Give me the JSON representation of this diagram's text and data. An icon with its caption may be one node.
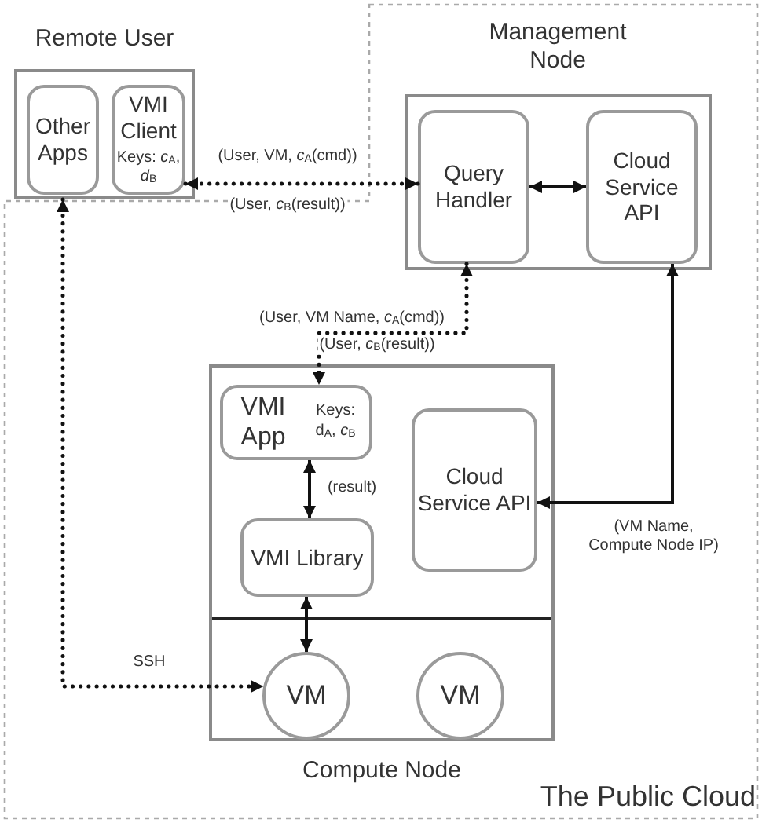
{
  "diagram": {
    "nodes": [
      {
        "text": [
          "Remote User"
        ]
      },
      {
        "text": [
          "Other Apps"
        ],
        "in": 0
      },
      {
        "text": [
          "VMI Client",
          "Keys: *c*$_{A}$, *d*$_{B}$"
        ],
        "in": 0
      },
      {
        "text": [
          "The Public Cloud"
        ]
      },
      {
        "text": [
          "Management Node"
        ],
        "in": 3
      },
      {
        "text": [
          "Query Handler"
        ],
        "in": 4
      },
      {
        "text": [
          "Cloud Service API"
        ],
        "in": 4
      },
      {
        "text": [
          "Compute Node"
        ],
        "in": 3
      },
      {
        "text": [
          "VMI App",
          "Keys: d$_{A}$, *c*$_{B}$"
        ],
        "in": 7
      },
      {
        "text": [
          "VMI Library"
        ],
        "in": 7
      },
      {
        "text": [
          "Cloud Service API"
        ],
        "in": 7
      },
      {
        "text": [
          "VM"
        ],
        "in": 7
      },
      {
        "text": [
          "VM"
        ],
        "in": 7
      }
    ],
    "edges": [
      {
        "from": 2,
        "to": 5,
        "arrow": "both",
        "style": "dashed",
        "label": "(User, VM, *c*$_{A}$(cmd))"
      },
      {
        "from": 5,
        "to": 8,
        "arrow": "both",
        "style": "dashed",
        "label": "(User, VM Name, *c*$_{A}$(cmd))"
      },
      {
        "from": 5,
        "to": 6,
        "arrow": "both"
      },
      {
        "from": 6,
        "to": 10,
        "arrow": "both",
        "label": "(VM Name, Compute Node IP)"
      },
      {
        "from": 8,
        "to": 9,
        "arrow": "both",
        "label": "(result)"
      },
      {
        "from": 9,
        "to": 11,
        "arrow": "both"
      },
      {
        "from": 0,
        "to": 11,
        "arrow": "both",
        "style": "dashed",
        "label": "SSH"
      }
    ],
    "labels": [
      "(User, *c*$_{B}$(result))",
      "(User, *c*$_{B}$(result))"
    ]
  }
}
